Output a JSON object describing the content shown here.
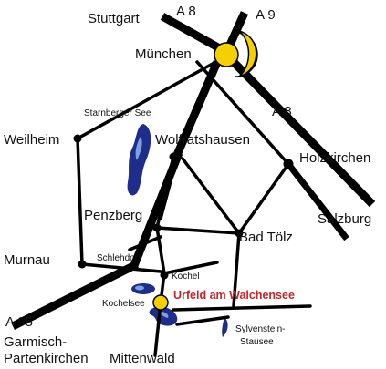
{
  "labels": {
    "stuttgart": "Stuttgart",
    "muenchen": "München",
    "a8_top": "A 8",
    "a9": "A 9",
    "a8_right": "A 8",
    "starnberger_see": "Starnberger See",
    "weilheim": "Weilheim",
    "wolfratshausen": "Wolfratshausen",
    "holzkirchen": "Holzkirchen",
    "penzberg": "Penzberg",
    "bad_toelz": "Bad Tölz",
    "salzburg": "Salzburg",
    "schlehdorf": "Schlehdorf",
    "murnau": "Murnau",
    "kochel": "Kochel",
    "kochelsee": "Kochelsee",
    "urfeld": "Urfeld am Walchensee",
    "a95": "A 95",
    "garmisch_line1": "Garmisch-",
    "garmisch_line2": "Partenkirchen",
    "mittenwald": "Mittenwald",
    "sylvenstein_line1": "Sylvenstein-",
    "sylvenstein_line2": "Stausee"
  },
  "colors": {
    "highlight_text": "#c0282d",
    "city_marker": "#f5d000",
    "lake_dark": "#1e2d8a",
    "lake_light": "#7fa0e0"
  }
}
